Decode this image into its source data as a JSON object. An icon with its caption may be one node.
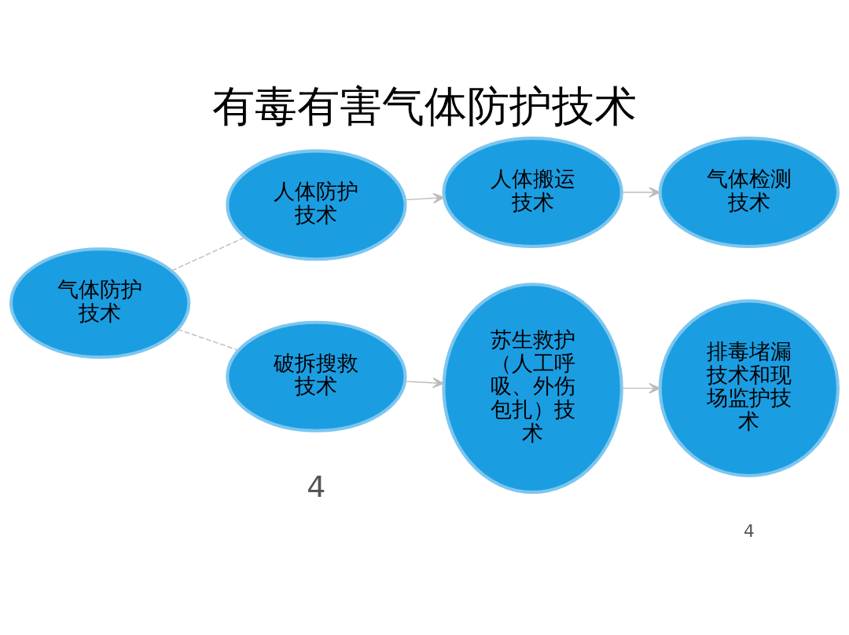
{
  "diagram": {
    "title": "有毒有害气体防护技术",
    "nodes": [
      {
        "text": [
          "气体防护技术"
        ]
      },
      {
        "text": [
          "人体防护技术"
        ]
      },
      {
        "text": [
          "人体搬运技术"
        ]
      },
      {
        "text": [
          "气体检测技术"
        ]
      },
      {
        "text": [
          "破拆搜救技术"
        ]
      },
      {
        "text": [
          "苏生救护（人工呼吸、外伤包扎）技术"
        ]
      },
      {
        "text": [
          "排毒堵漏技术和现场监护技术"
        ]
      }
    ],
    "edges": [
      {
        "from": 0,
        "to": 1,
        "arrow": "none",
        "style": "dashed"
      },
      {
        "from": 0,
        "to": 4,
        "arrow": "none",
        "style": "dashed"
      },
      {
        "from": 1,
        "to": 2,
        "arrow": "to"
      },
      {
        "from": 2,
        "to": 3,
        "arrow": "to"
      },
      {
        "from": 4,
        "to": 5,
        "arrow": "to"
      },
      {
        "from": 5,
        "to": 6,
        "arrow": "to"
      }
    ],
    "labels": [
      "4",
      "4"
    ]
  }
}
